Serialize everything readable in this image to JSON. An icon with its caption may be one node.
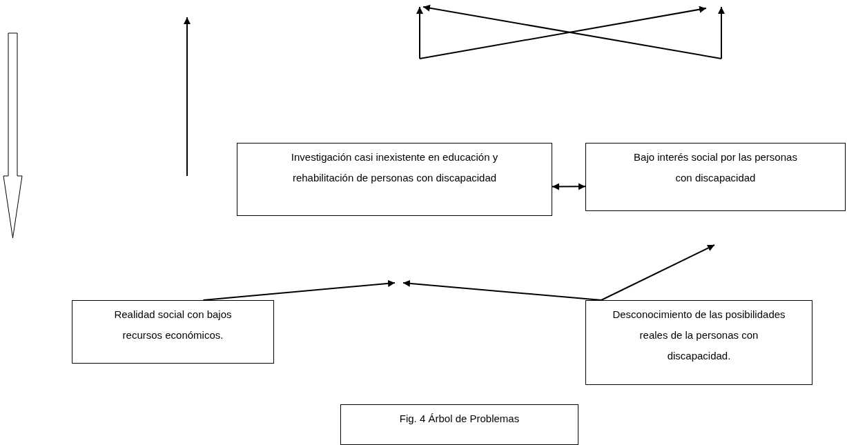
{
  "diagram": {
    "nodes": [
      {
        "text": [
          "Investigación casi inexistente en educación y rehabilitación de personas con discapacidad"
        ]
      },
      {
        "text": [
          "Bajo interés social por las personas con discapacidad"
        ]
      },
      {
        "text": [
          "Realidad social con bajos recursos económicos."
        ]
      },
      {
        "text": [
          "Desconocimiento de las posibilidades reales de la personas con discapacidad."
        ]
      },
      {
        "text": [
          "Fig. 4 Árbol de Problemas"
        ]
      }
    ],
    "edges": [
      {
        "from": 0,
        "to": 1,
        "arrow": "both"
      },
      {
        "from": 2,
        "to": null,
        "arrow": "to"
      },
      {
        "from": 3,
        "to": null,
        "arrow": "to"
      },
      {
        "from": 3,
        "to": null,
        "arrow": "to"
      }
    ]
  }
}
